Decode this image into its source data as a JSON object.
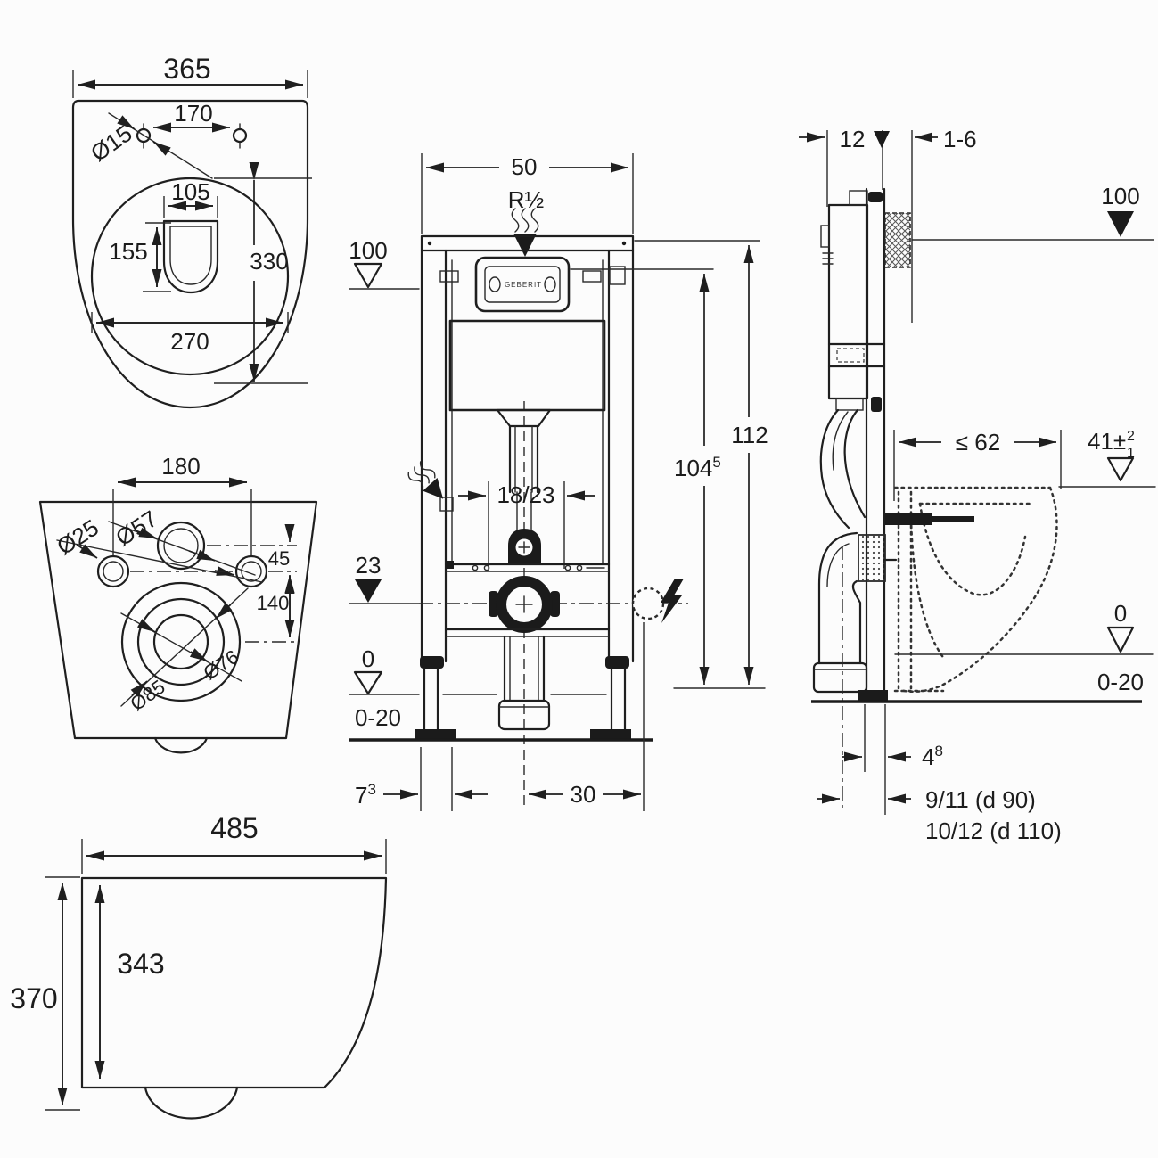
{
  "colors": {
    "line": "#1f1f1f",
    "background": "#fcfcfc"
  },
  "brand": "GEBERIT",
  "top_view": {
    "width": "365",
    "hole_spacing": "170",
    "hole_diameter": "Ø15",
    "seat_opening_width": "105",
    "seat_opening_depth": "155",
    "bowl_length": "330",
    "bowl_width": "270"
  },
  "back_view": {
    "fixing_spacing": "180",
    "fixing_hole_diameter": "Ø25",
    "inlet_diameter": "Ø57",
    "offset_inlet_to_fixings": "45",
    "offset_fixings_to_outlet": "140",
    "outlet_outer_diameter": "Ø85",
    "outlet_inner_diameter": "Ø76"
  },
  "side_view": {
    "depth": "485",
    "inner_height": "343",
    "total_height": "370"
  },
  "frame_front_view": {
    "frame_width": "50",
    "supply_thread": "R½",
    "level_100": "100",
    "flush_pipe_offset": "18/23",
    "level_23": "23",
    "level_0": "0",
    "floor_buildup": "0-20",
    "offset_73_base": "7",
    "offset_73_sup": "3",
    "offset_30": "30",
    "height_1045_base": "104",
    "height_1045_sup": "5",
    "height_112": "112"
  },
  "frame_side_view": {
    "frame_depth": "12",
    "wall_finish": "1-6",
    "level_100": "100",
    "bowl_projection": "≤ 62",
    "seat_height_base": "41±",
    "seat_height_plus": "2",
    "seat_height_minus": "1",
    "level_0": "0",
    "floor_buildup": "0-20",
    "offset_48_base": "4",
    "offset_48_sup": "8",
    "drain_d90": "9/11  (d 90)",
    "drain_d110": "10/12 (d 110)"
  }
}
